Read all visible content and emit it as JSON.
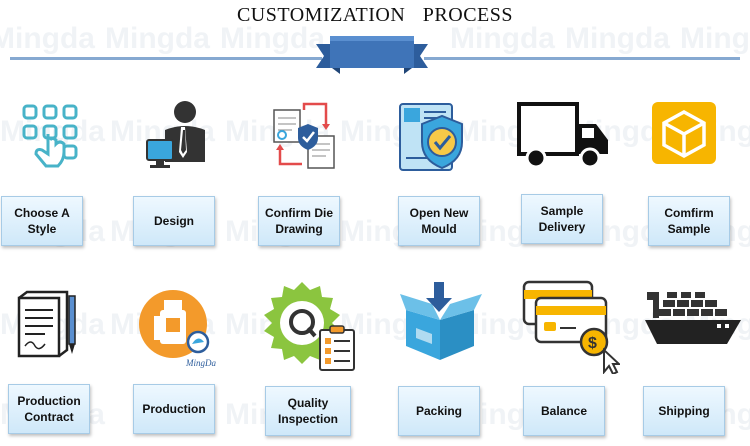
{
  "header": {
    "title": "CUSTOMIZATION PROCESS"
  },
  "watermark": "Mingda",
  "colors": {
    "label_top": "#eef8ff",
    "label_bottom": "#cfe8f9",
    "banner": "#3f74b8",
    "line": "#86a9d1",
    "accent_orange": "#f39a2b",
    "accent_yellow": "#f7b500",
    "accent_green": "#8bc53f",
    "accent_blue": "#3aa6dd"
  },
  "steps": [
    {
      "label": "Choose  A\nStyle",
      "icon": "touch-grid-icon"
    },
    {
      "label": "Design",
      "icon": "designer-computer-icon"
    },
    {
      "label": "Confirm Die\nDrawing",
      "icon": "drawing-exchange-icon"
    },
    {
      "label": "Open New\nMould",
      "icon": "shield-check-icon"
    },
    {
      "label": "Sample\nDelivery",
      "icon": "truck-icon"
    },
    {
      "label": "Comfirm\nSample",
      "icon": "cube-box-icon"
    },
    {
      "label": "Production\nContract",
      "icon": "contract-pen-icon"
    },
    {
      "label": "Production",
      "icon": "bottle-production-icon"
    },
    {
      "label": "Quality\nInspection",
      "icon": "quality-gear-icon"
    },
    {
      "label": "Packing",
      "icon": "open-box-icon"
    },
    {
      "label": "Balance",
      "icon": "payment-cards-icon"
    },
    {
      "label": "Shipping",
      "icon": "cargo-ship-icon"
    }
  ],
  "badge": {
    "text": "MingDa"
  }
}
